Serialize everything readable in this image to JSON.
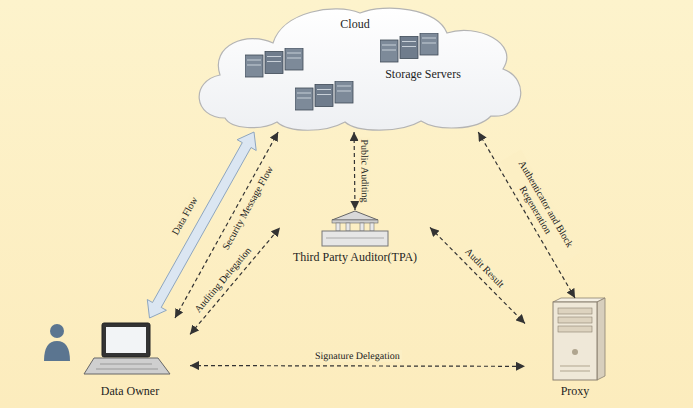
{
  "diagram": {
    "nodes": [
      {
        "text": [
          "Cloud",
          "Storage Servers"
        ]
      },
      {
        "text": [
          "Third Party Auditor(TPA)"
        ]
      },
      {
        "text": [
          "Data Owner"
        ]
      },
      {
        "text": [
          "Proxy"
        ]
      }
    ],
    "edges": [
      {
        "from": 2,
        "to": 0,
        "arrow": "both",
        "label": "Data Flow"
      },
      {
        "from": 2,
        "to": 0,
        "arrow": "both",
        "label": "Security Message Flow"
      },
      {
        "from": 0,
        "to": 1,
        "arrow": "both",
        "label": "Public Auditing"
      },
      {
        "from": 2,
        "to": 1,
        "arrow": "both",
        "label": "Auditing Delegation"
      },
      {
        "from": 3,
        "to": 0,
        "arrow": "both",
        "label": "Authenticator and Block Regeneration"
      },
      {
        "from": 1,
        "to": 3,
        "arrow": "both",
        "label": "Audit Result"
      },
      {
        "from": 2,
        "to": 3,
        "arrow": "both",
        "label": "Signature Delegation"
      }
    ]
  }
}
